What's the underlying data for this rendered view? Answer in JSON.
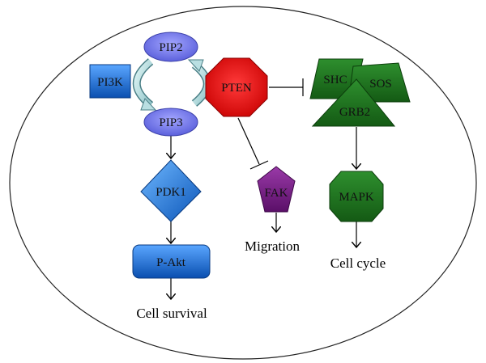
{
  "nodes": {
    "pip2": {
      "label": "PIP2",
      "shape": "ellipse",
      "color": "#6b6fe6"
    },
    "pip3": {
      "label": "PIP3",
      "shape": "ellipse",
      "color": "#6b6fe6"
    },
    "pi3k": {
      "label": "PI3K",
      "shape": "rectangle",
      "color": "#1f6fd6"
    },
    "pten": {
      "label": "PTEN",
      "shape": "octagon",
      "color": "#e00000"
    },
    "pdk1": {
      "label": "PDK1",
      "shape": "diamond",
      "color": "#2a7de0"
    },
    "pakt": {
      "label": "P-Akt",
      "shape": "rounded-rectangle",
      "color": "#2a7de0"
    },
    "fak": {
      "label": "FAK",
      "shape": "pentagon",
      "color": "#7a1a8a"
    },
    "shc": {
      "label": "SHC",
      "shape": "parallelogram",
      "color": "#1f7a1f"
    },
    "sos": {
      "label": "SOS",
      "shape": "trapezoid",
      "color": "#1f7a1f"
    },
    "grb2": {
      "label": "GRB2",
      "shape": "triangle",
      "color": "#1f7a1f"
    },
    "mapk": {
      "label": "MAPK",
      "shape": "octagon",
      "color": "#1f7a1f"
    }
  },
  "outcomes": {
    "cell_survival": "Cell survival",
    "migration": "Migration",
    "cell_cycle": "Cell cycle"
  },
  "edges": [
    {
      "from": "pip2",
      "to": "pip3",
      "type": "conversion",
      "via": "pi3k"
    },
    {
      "from": "pip3",
      "to": "pip2",
      "type": "conversion",
      "via": "pten"
    },
    {
      "from": "pip3",
      "to": "pdk1",
      "type": "activation"
    },
    {
      "from": "pdk1",
      "to": "pakt",
      "type": "activation"
    },
    {
      "from": "pakt",
      "to": "cell_survival",
      "type": "activation"
    },
    {
      "from": "pten",
      "to": "shc",
      "type": "inhibition"
    },
    {
      "from": "pten",
      "to": "fak",
      "type": "inhibition"
    },
    {
      "from": "fak",
      "to": "migration",
      "type": "activation"
    },
    {
      "from": "grb2",
      "to": "mapk",
      "type": "activation"
    },
    {
      "from": "mapk",
      "to": "cell_cycle",
      "type": "activation"
    }
  ]
}
